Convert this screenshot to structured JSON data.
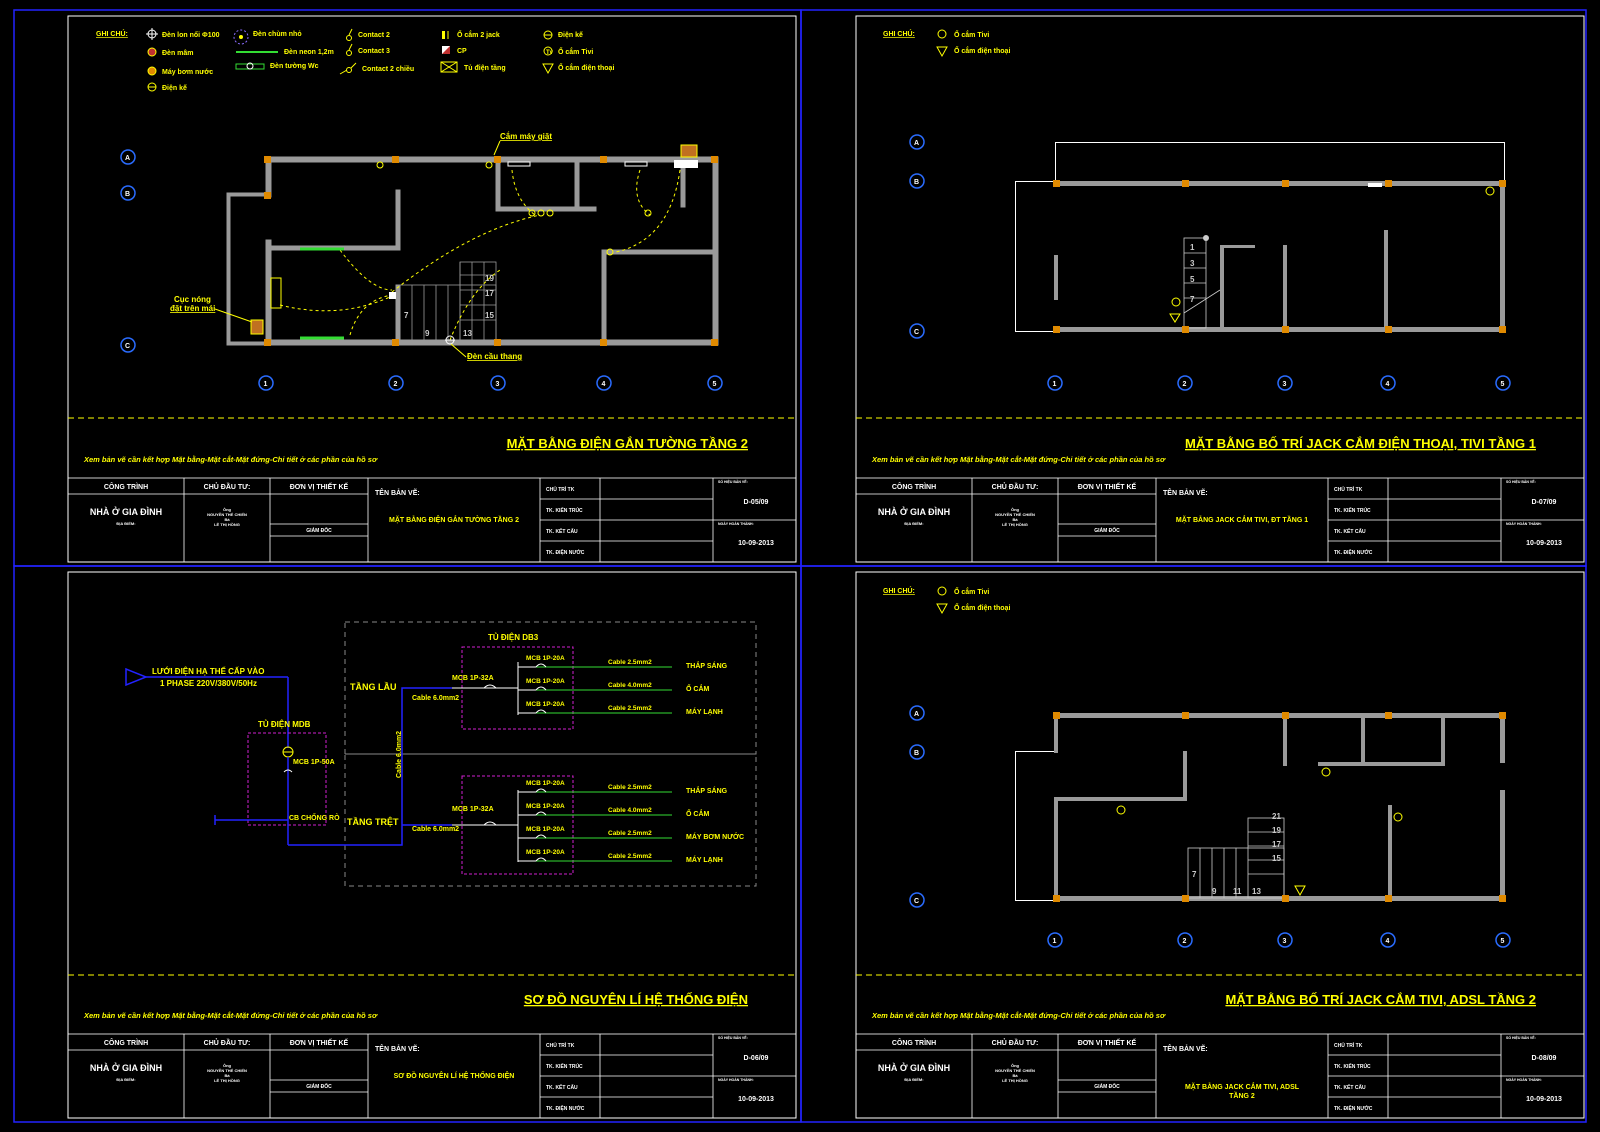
{
  "colors": {
    "background": "#000000",
    "viewport": "#2222ff",
    "frame": "#ffffff",
    "text": "#ffffff",
    "yellow": "#ffff00",
    "green": "#33dd33",
    "magenta": "#d020d0",
    "blue": "#2222ff",
    "wall": "#9a9a9a",
    "column": "#e08a00",
    "grid_marker": "#2a6cff"
  },
  "common": {
    "note_line": "Xem bản vẽ cần kết hợp Mặt bằng-Mặt cắt-Mặt đứng-Chi tiết ở các phần của hồ sơ",
    "ghi_chu": "GHI CHÚ:",
    "title_block": {
      "cong_trinh_label": "CÔNG TRÌNH",
      "cong_trinh_value": "NHÀ Ở GIA ĐÌNH",
      "dia_diem": "ĐỊA ĐIỂM:",
      "chu_dau_tu_label": "CHỦ ĐẦU TƯ:",
      "owner_lines": [
        "Ông",
        "NGUYỄN THẾ CHIẾN",
        "Bà",
        "LÊ THỊ HỒNG"
      ],
      "don_vi_label": "ĐƠN VỊ THIẾT KẾ",
      "giam_doc": "GIÁM ĐỐC",
      "ten_ban_ve_label": "TÊN BẢN VẼ:",
      "roles": [
        "CHỦ TRÌ TK",
        "TK. KIẾN TRÚC",
        "TK. KẾT CẤU",
        "TK. ĐIỆN NƯỚC"
      ],
      "so_hieu_label": "SỐ HIỆU BẢN VẼ:",
      "ngay_label": "NGÀY HOÀN THÀNH:"
    },
    "grid_row_labels": [
      "A",
      "B",
      "C"
    ],
    "grid_col_labels": [
      "1",
      "2",
      "3",
      "4",
      "5"
    ]
  },
  "sheets": [
    {
      "sheet_title": "MẶT BẰNG ĐIỆN GẮN TƯỜNG TẦNG 2",
      "drawing_name": "MẶT BẰNG ĐIỆN GẮN TƯỜNG TẦNG 2",
      "drawing_number": "D-05/09",
      "date": "10-09-2013",
      "legend": [
        "Đèn lon nổi Φ100",
        "Đèn mâm",
        "Máy bơm nước",
        "Điện kế",
        "Đèn chùm nhỏ",
        "Đèn neon 1,2m",
        "Đèn tường Wc",
        "Contact 2",
        "Contact 3",
        "Contact 2 chiều",
        "Ổ cắm 2 jack",
        "CP",
        "Tủ điện tầng",
        "Điện kế",
        "Ổ cắm Tivi",
        "Ổ cắm điện thoại"
      ],
      "annotations": [
        "Cắm máy giặt",
        "Cục nóng",
        "đặt trên mái",
        "Đèn cầu thang"
      ],
      "stair_numbers": [
        "19",
        "17",
        "15",
        "13",
        "9",
        "7"
      ]
    },
    {
      "sheet_title": "MẶT BẰNG BỐ TRÍ JACK CẮM ĐIỆN THOẠI, TIVI TẦNG 1",
      "drawing_name": "MẶT BẰNG JACK CẮM TIVI, ĐT TẦNG 1",
      "drawing_number": "D-07/09",
      "date": "10-09-2013",
      "legend": [
        "Ổ cắm Tivi",
        "Ổ cắm điện thoại"
      ],
      "stair_numbers": [
        "1",
        "3",
        "5",
        "7"
      ]
    },
    {
      "sheet_title": "SƠ ĐỒ NGUYÊN LÍ HỆ THỐNG ĐIỆN",
      "drawing_name": "SƠ ĐỒ NGUYÊN LÍ HỆ THỐNG ĐIỆN",
      "drawing_number": "D-06/09",
      "date": "10-09-2013",
      "schematic": {
        "supply_line1": "LƯỚI ĐIỆN HẠ THẾ CẤP VÀO",
        "supply_line2": "1 PHASE 220V/380V/50Hz",
        "mdb_title": "TỦ ĐIỆN MDB",
        "mdb_breaker": "MCB 1P-50A",
        "earth_label": "CB CHỐNG RÒ",
        "db3_title": "TỦ ĐIỆN DB3",
        "floor_upper": "TẦNG LẦU",
        "floor_ground": "TẦNG TRỆT",
        "riser_cable": "Cable 6.0mm2",
        "feeder_cable": "Cable 6.0mm2",
        "main_mcb": "MCB 1P-32A",
        "upper_circuits": [
          {
            "mcb": "MCB 1P-20A",
            "cable": "Cable 2.5mm2",
            "load": "THẮP SÁNG"
          },
          {
            "mcb": "MCB 1P-20A",
            "cable": "Cable 4.0mm2",
            "load": "Ổ CẮM"
          },
          {
            "mcb": "MCB 1P-20A",
            "cable": "Cable 2.5mm2",
            "load": "MÁY LẠNH"
          }
        ],
        "ground_circuits": [
          {
            "mcb": "MCB 1P-20A",
            "cable": "Cable 2.5mm2",
            "load": "THẮP SÁNG"
          },
          {
            "mcb": "MCB 1P-20A",
            "cable": "Cable 4.0mm2",
            "load": "Ổ CẮM"
          },
          {
            "mcb": "MCB 1P-20A",
            "cable": "Cable 2.5mm2",
            "load": "MÁY BƠM NƯỚC"
          },
          {
            "mcb": "MCB 1P-20A",
            "cable": "Cable 2.5mm2",
            "load": "MÁY LẠNH"
          }
        ]
      }
    },
    {
      "sheet_title": "MẶT BẰNG BỐ TRÍ JACK CẮM TIVI, ADSL TẦNG 2",
      "drawing_name_line1": "MẶT BẰNG JACK CẮM TIVI, ADSL",
      "drawing_name_line2": "TẦNG 2",
      "drawing_number": "D-08/09",
      "date": "10-09-2013",
      "legend": [
        "Ổ cắm Tivi",
        "Ổ cắm điện thoại"
      ],
      "stair_numbers": [
        "21",
        "19",
        "17",
        "15",
        "13",
        "11",
        "9",
        "7"
      ]
    }
  ]
}
